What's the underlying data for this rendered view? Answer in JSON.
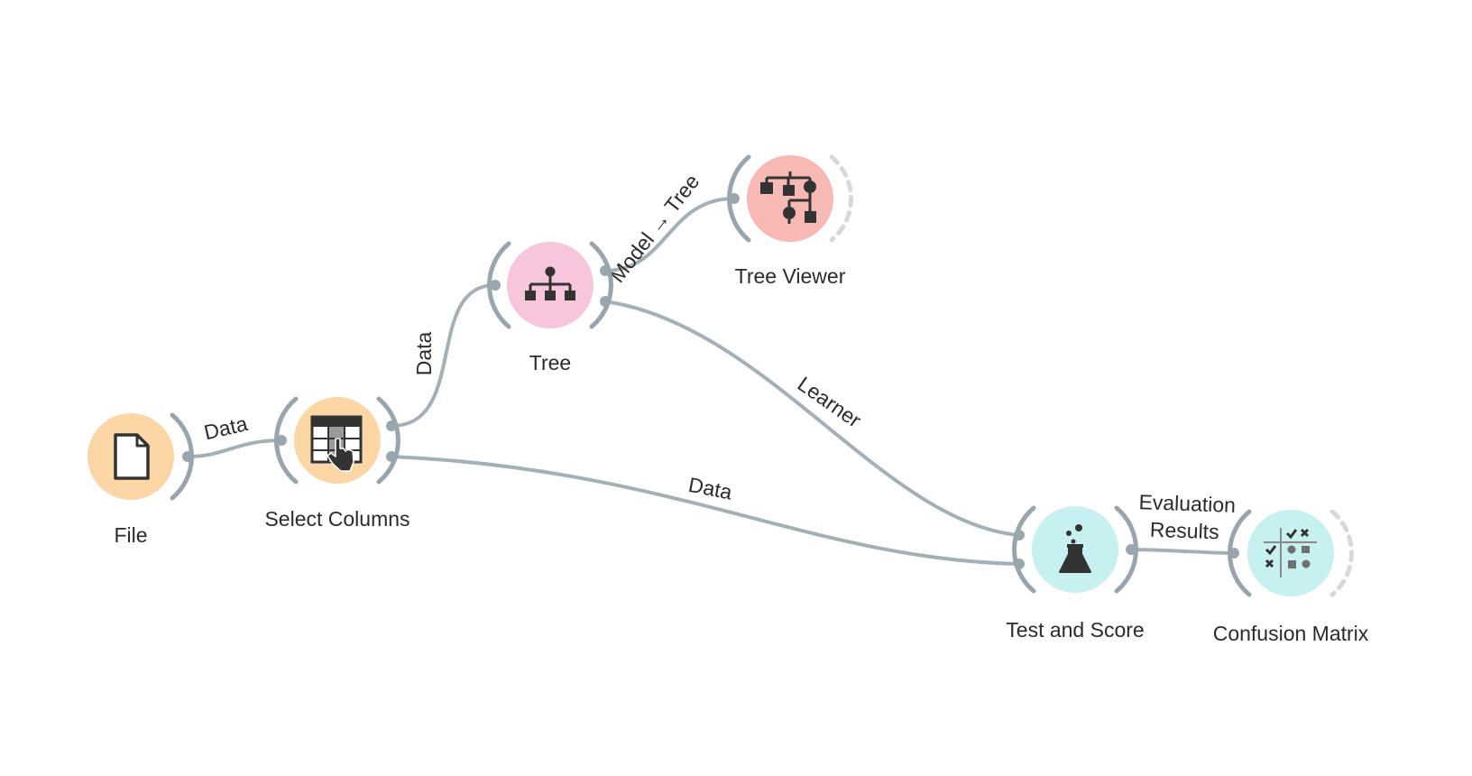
{
  "colors": {
    "canvas_background": "#ffffff",
    "link": "#a3b0b8",
    "bracket": "#98a5ad",
    "orange_widget": "#fcd6a4",
    "pink_widget": "#f7c6dc",
    "red_widget": "#f8b8b4",
    "cyan_widget": "#c7f0f0"
  },
  "widgets": {
    "file": {
      "label": "File",
      "icon": "file-icon"
    },
    "select_columns": {
      "label": "Select Columns",
      "icon": "select-columns-icon"
    },
    "tree": {
      "label": "Tree",
      "icon": "tree-icon"
    },
    "tree_viewer": {
      "label": "Tree Viewer",
      "icon": "tree-viewer-icon"
    },
    "test_and_score": {
      "label": "Test and Score",
      "icon": "flask-icon"
    },
    "confusion_matrix": {
      "label": "Confusion Matrix",
      "icon": "confusion-matrix-icon"
    }
  },
  "links": {
    "file_to_select_columns": {
      "label": "Data"
    },
    "select_columns_to_tree": {
      "label": "Data"
    },
    "tree_to_tree_viewer": {
      "label": "Model → Tree"
    },
    "tree_to_test_and_score": {
      "label": "Learner"
    },
    "select_columns_to_test_and_score": {
      "label": "Data"
    },
    "test_and_score_to_confusion_matrix": {
      "label_line1": "Evaluation",
      "label_line2": "Results"
    }
  }
}
